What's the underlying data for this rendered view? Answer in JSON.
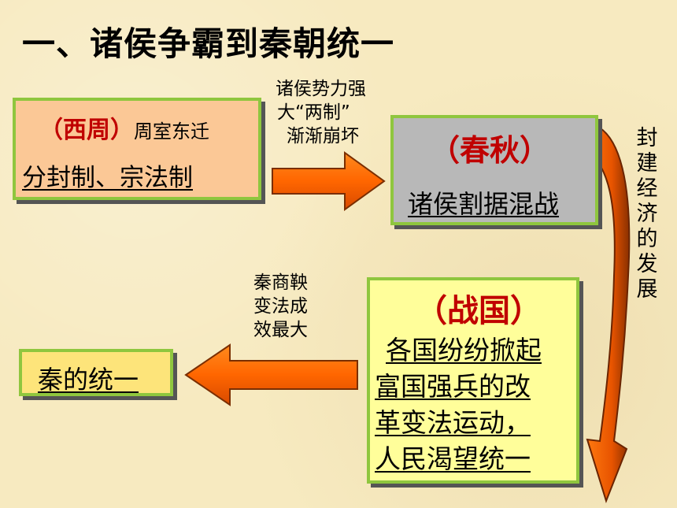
{
  "title": "一、诸侯争霸到秦朝统一",
  "west_zhou": {
    "era": "（西周）",
    "sub": "周室东迁",
    "system": "分封制、宗法制"
  },
  "spring_autumn": {
    "era": "（春秋）",
    "desc": "诸侯割据混战"
  },
  "warring_states": {
    "era": "（战国）",
    "lines": [
      "各国纷纷掀起",
      "富国强兵的改",
      "革变法运动，",
      "人民渴望统一"
    ]
  },
  "qin": {
    "label": "秦的统一"
  },
  "note_top": [
    "诸侯势力强",
    "大“两制”",
    "渐渐崩坏"
  ],
  "note_bottom": [
    "秦商鞅",
    "变法成",
    "效最大"
  ],
  "vertical_text": [
    "封",
    "建",
    "经",
    "济",
    "的",
    "发",
    "展"
  ],
  "colors": {
    "arrow_fill": "#ff6600",
    "arrow_stroke": "#7a2e00",
    "box_border": "#8fc63e",
    "era_text": "#c00000",
    "west_bg": "#fbc896",
    "spring_bg": "#b8b8b8",
    "warring_bg": "#fffe9a",
    "qin_bg": "#fde47a"
  }
}
